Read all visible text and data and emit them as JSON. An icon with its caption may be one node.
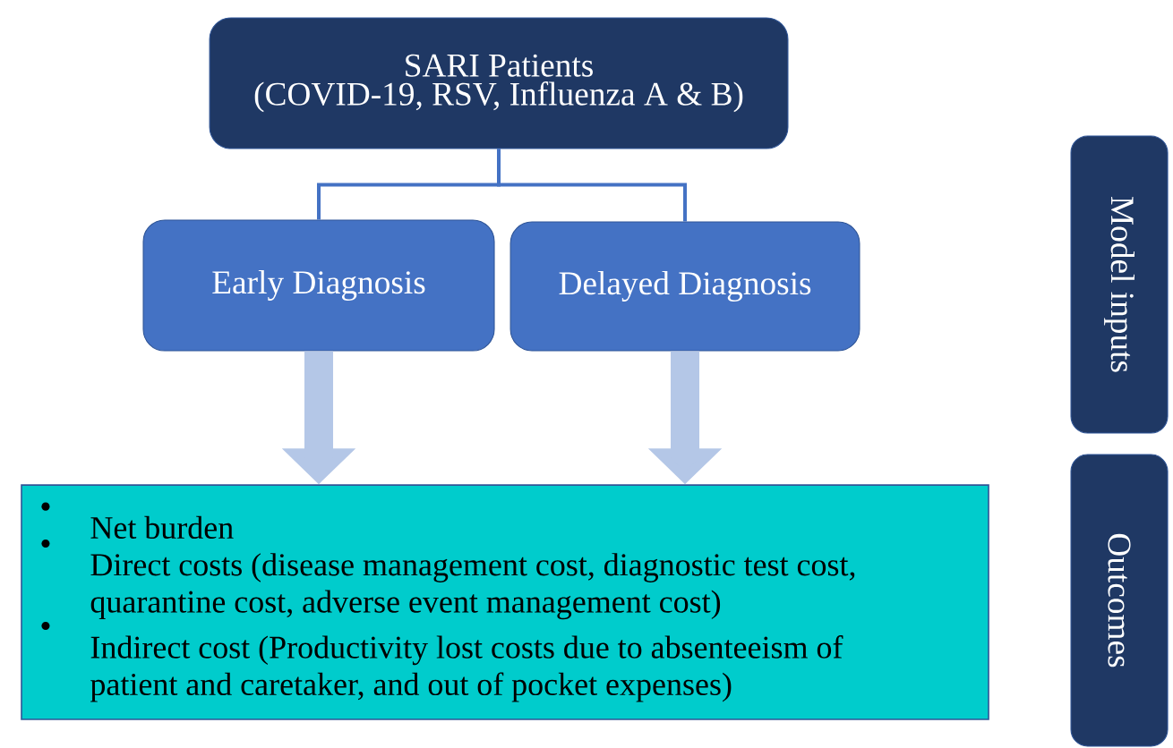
{
  "diagram": {
    "nodes": [
      {
        "text": [
          "SARI Patients",
          "(COVID-19, RSV, Influenza A & B)"
        ]
      },
      {
        "text": [
          "Early Diagnosis"
        ]
      },
      {
        "text": [
          "Delayed Diagnosis"
        ]
      },
      {
        "text": [
          "Net burden",
          "Direct costs (disease management cost, diagnostic test cost, quarantine cost, adverse event management cost)",
          "Indirect cost (Productivity lost costs due to absenteeism of patient and caretaker, and out of pocket expenses)"
        ]
      },
      {
        "text": [
          "Model inputs"
        ]
      },
      {
        "text": [
          "Outcomes"
        ]
      }
    ],
    "edges": [
      {
        "from": 0,
        "to": 1,
        "arrow": "none",
        "color": "#4472c4"
      },
      {
        "from": 0,
        "to": 2,
        "arrow": "none",
        "color": "#4472c4"
      },
      {
        "from": 1,
        "to": 3,
        "arrow": "to",
        "style": "thick",
        "color": "#b4c7e7"
      },
      {
        "from": 2,
        "to": 3,
        "arrow": "to",
        "style": "thick",
        "color": "#b4c7e7"
      }
    ]
  }
}
